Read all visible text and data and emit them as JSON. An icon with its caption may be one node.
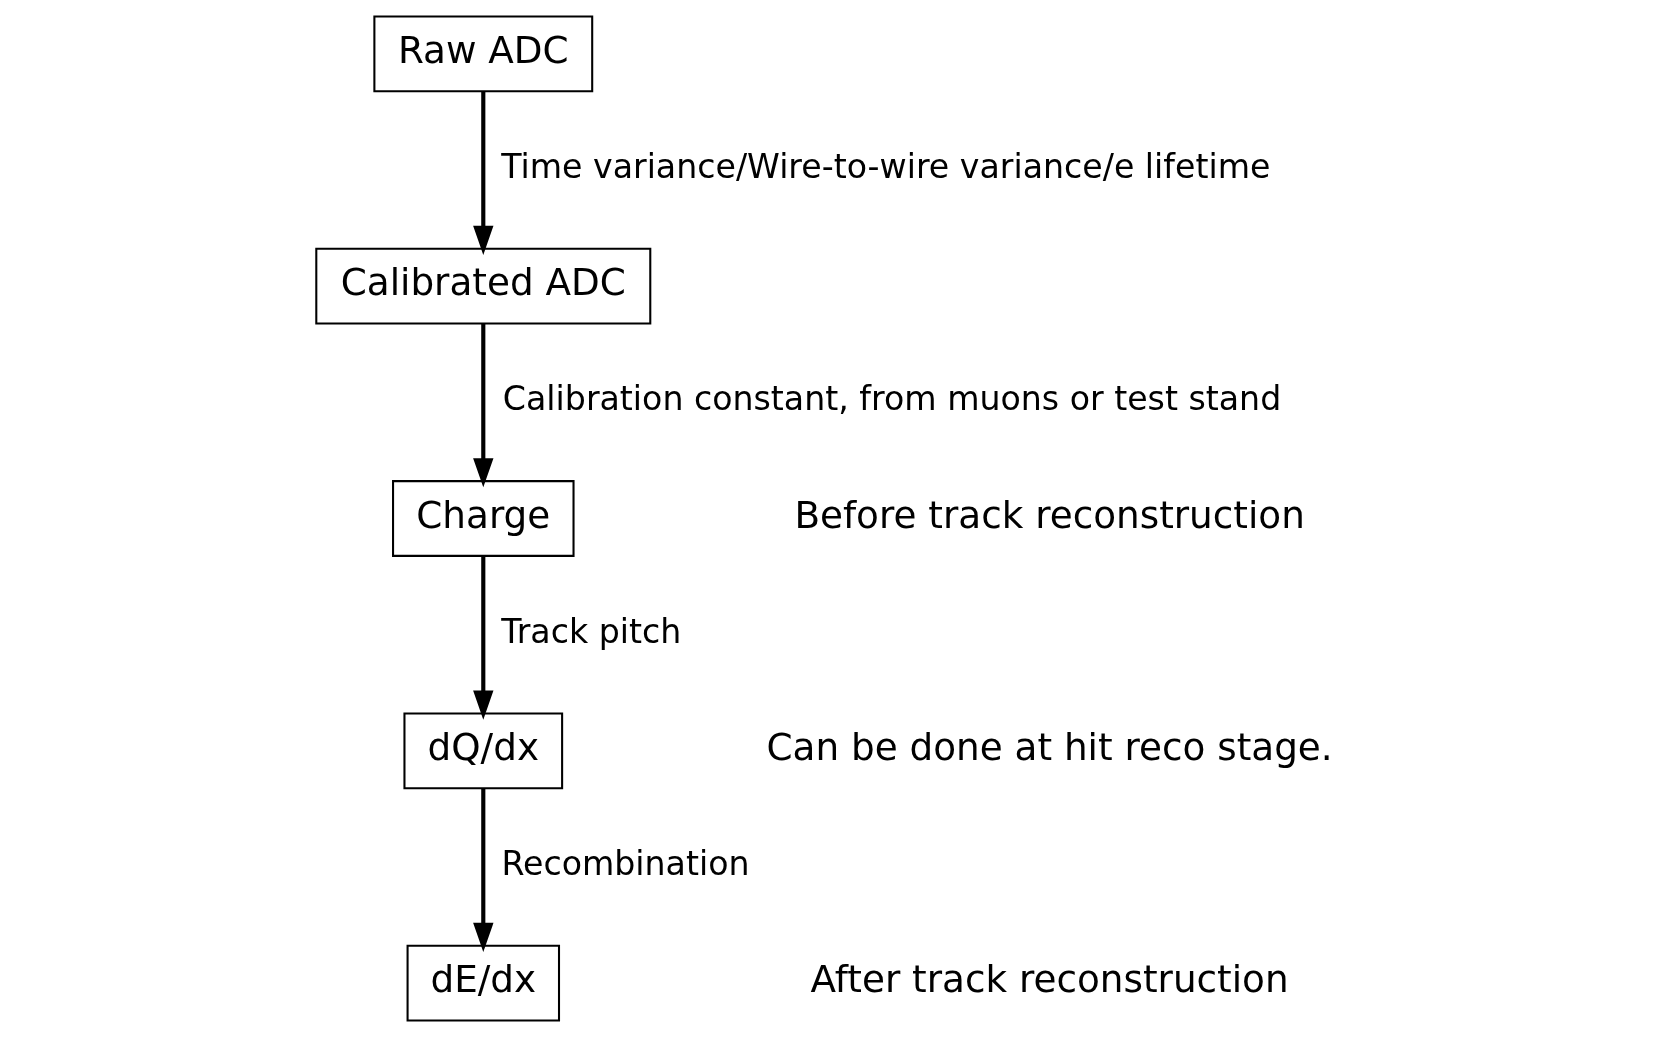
{
  "diagram": {
    "nodes": [
      {
        "text": [
          "Raw ADC"
        ]
      },
      {
        "text": [
          "Calibrated ADC"
        ]
      },
      {
        "text": [
          "Charge"
        ]
      },
      {
        "text": [
          "dQ/dx"
        ]
      },
      {
        "text": [
          "dE/dx"
        ]
      }
    ],
    "edges": [
      {
        "from": 0,
        "to": 1,
        "arrow": "to",
        "label": "Time variance/Wire-to-wire variance/e lifetime"
      },
      {
        "from": 1,
        "to": 2,
        "arrow": "to",
        "label": "Calibration constant, from muons or test stand"
      },
      {
        "from": 2,
        "to": 3,
        "arrow": "to",
        "label": "Track pitch"
      },
      {
        "from": 3,
        "to": 4,
        "arrow": "to",
        "label": "Recombination"
      }
    ],
    "labels": [
      "Before track reconstruction",
      "Can be done at hit reco stage.",
      "After track reconstruction"
    ]
  }
}
